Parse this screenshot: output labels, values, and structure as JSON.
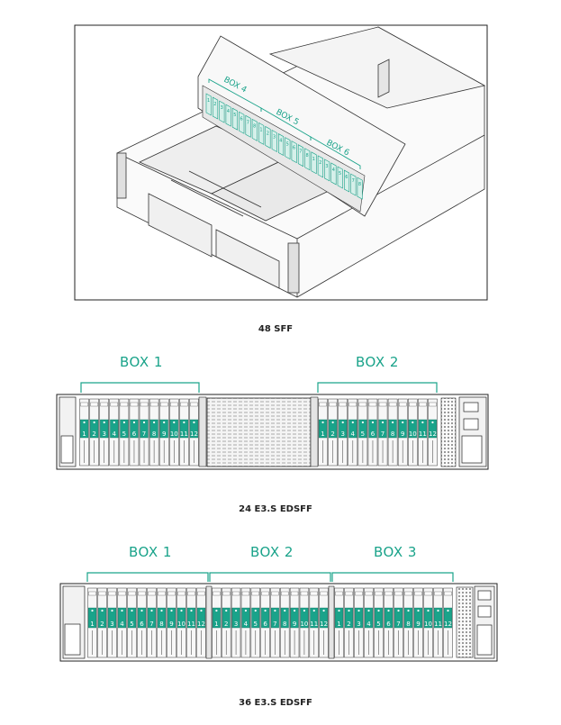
{
  "figures": [
    {
      "id": "sff48",
      "caption": "48 SFF",
      "boxes": [
        "BOX 4",
        "BOX 5",
        "BOX 6"
      ],
      "bay_numbers": [
        "1",
        "2",
        "3",
        "4",
        "5",
        "6",
        "7",
        "8"
      ]
    },
    {
      "id": "edsff24",
      "caption": "24 E3.S EDSFF",
      "boxes": [
        "BOX 1",
        "BOX 2"
      ],
      "bay_numbers": [
        "1",
        "2",
        "3",
        "4",
        "5",
        "6",
        "7",
        "8",
        "9",
        "10",
        "11",
        "12"
      ]
    },
    {
      "id": "edsff36",
      "caption": "36 E3.S EDSFF",
      "boxes": [
        "BOX 1",
        "BOX 2",
        "BOX 3"
      ],
      "bay_numbers": [
        "1",
        "2",
        "3",
        "4",
        "5",
        "6",
        "7",
        "8",
        "9",
        "10",
        "11",
        "12"
      ]
    }
  ],
  "colors": {
    "accent": "#1aa38a",
    "line": "#222222",
    "panel": "#f2f2f2"
  }
}
